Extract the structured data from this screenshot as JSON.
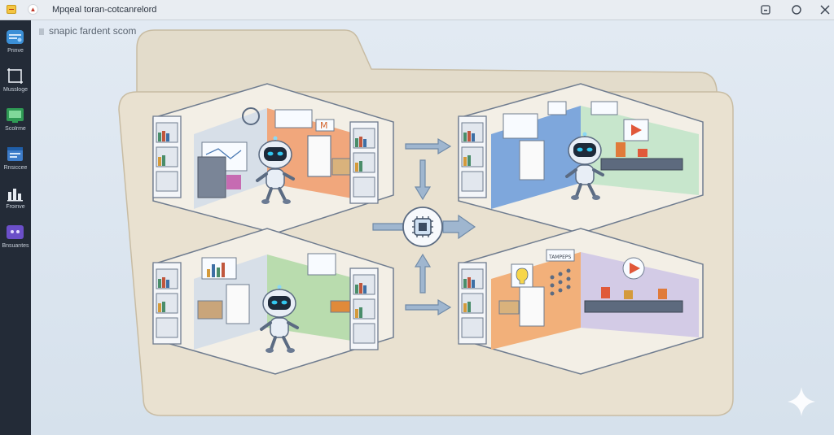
{
  "window": {
    "title": "Mpqeal toran-cotcanrelord",
    "controls": [
      "minimize-icon",
      "maximize-icon",
      "close-icon"
    ]
  },
  "address": {
    "text": "snapic fardent scom"
  },
  "sidebar": {
    "items": [
      {
        "label": "Prinve",
        "icon": "browser-icon"
      },
      {
        "label": "Mussloge",
        "icon": "crop-icon"
      },
      {
        "label": "Scolrme",
        "icon": "screen-icon"
      },
      {
        "label": "Rnsiccee",
        "icon": "window-icon"
      },
      {
        "label": "Froinve",
        "icon": "chart-icon"
      },
      {
        "label": "Bnsuantes",
        "icon": "chat-icon"
      }
    ]
  },
  "diagram": {
    "center_icon": "cpu-chip-icon",
    "rooms": [
      {
        "name": "room-top-left",
        "theme": "design-and-research"
      },
      {
        "name": "room-top-right",
        "theme": "media-production"
      },
      {
        "name": "room-bottom-left",
        "theme": "analytics-and-reading"
      },
      {
        "name": "room-bottom-right",
        "theme": "ideation-and-assembly"
      }
    ],
    "sign_text": "TAMPEPS"
  },
  "colors": {
    "sidebar_bg": "#232b37",
    "folder": "#e9e1d0",
    "folder_stroke": "#c8bca3",
    "arrow": "#9fb6cf",
    "robot": "#e8eef6",
    "robot_face": "#1e2a3a",
    "robot_eyes": "#33c7f0"
  }
}
